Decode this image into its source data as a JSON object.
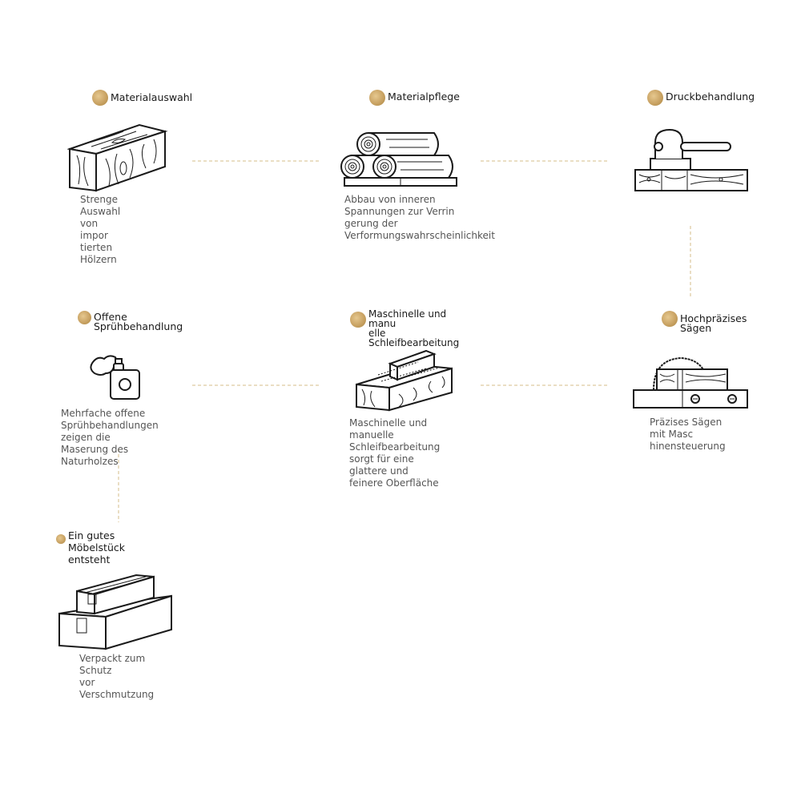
{
  "steps": [
    {
      "id": "materialauswahl",
      "title": "Materialauswahl",
      "desc": "Strenge Auswahl von impor\ntierten Hölzern",
      "icon": "lumber-block-icon"
    },
    {
      "id": "materialpflege",
      "title": "Materialpflege",
      "desc": "Abbau von inneren Spannungen zur Verrin\ngerung der Verformungswahrscheinlichkeit",
      "icon": "log-pile-icon"
    },
    {
      "id": "druckbehandlung",
      "title": "Druckbehandlung",
      "desc": "",
      "icon": "clamp-press-icon"
    },
    {
      "id": "hochpraezises-saegen",
      "title": "Hochpräzises Sägen",
      "desc": "Präzises Sägen mit Masc\nhinensteuerung",
      "icon": "circular-saw-icon"
    },
    {
      "id": "schleifbearbeitung",
      "title": "Maschinelle und manu\nelle Schleifbearbeitung",
      "desc": "Maschinelle und manuelle Schleifbearbeitung\nsorgt für eine glattere und feinere Oberfläche",
      "icon": "sanding-block-icon"
    },
    {
      "id": "spruehbehandlung",
      "title": "Offene Sprühbehandlung",
      "desc": "Mehrfache offene Sprühbehandlungen\nzeigen die Maserung des Naturholzes",
      "icon": "spray-can-icon"
    },
    {
      "id": "moebelstueck",
      "title": "Ein gutes Möbelstück\nentsteht",
      "desc": "Verpackt zum Schutz\nvor Verschmutzung",
      "icon": "packaged-boxes-icon"
    }
  ],
  "colors": {
    "accent": "#c9a364",
    "connector": "#e3d4b0",
    "line": "#1a1a1a"
  }
}
